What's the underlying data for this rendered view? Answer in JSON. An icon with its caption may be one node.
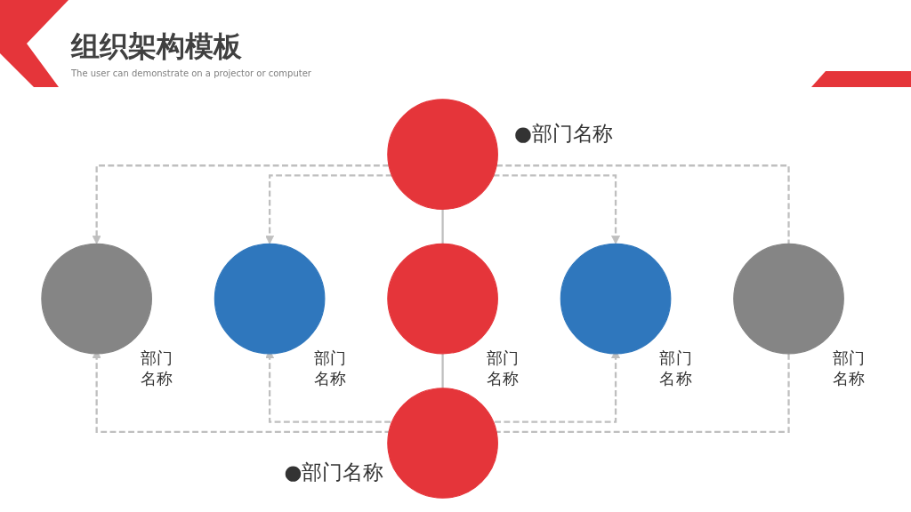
{
  "diagram": {
    "title": "组织架构模板",
    "nodes": [
      {
        "text": [],
        "shape": "circle",
        "beside": [
          "●部门名称"
        ]
      },
      {
        "text": [],
        "shape": "circle",
        "beside": [
          "部门名称"
        ]
      },
      {
        "text": [],
        "shape": "circle",
        "beside": [
          "部门名称"
        ]
      },
      {
        "text": [],
        "shape": "circle",
        "beside": [
          "部门名称"
        ]
      },
      {
        "text": [],
        "shape": "circle",
        "beside": [
          "部门名称"
        ]
      },
      {
        "text": [],
        "shape": "circle",
        "beside": [
          "部门名称"
        ]
      },
      {
        "text": [],
        "shape": "circle",
        "beside": [
          "●部门名称"
        ]
      }
    ],
    "edges": [
      {
        "from": 0,
        "to": 1,
        "arrow": "to",
        "style": "dashed"
      },
      {
        "from": 0,
        "to": 2,
        "arrow": "to",
        "style": "dashed"
      },
      {
        "from": 0,
        "to": 3,
        "arrow": "none"
      },
      {
        "from": 0,
        "to": 4,
        "arrow": "to",
        "style": "dashed"
      },
      {
        "from": 0,
        "to": 5,
        "arrow": "none",
        "style": "dashed"
      },
      {
        "from": 6,
        "to": 1,
        "arrow": "to",
        "style": "dashed"
      },
      {
        "from": 6,
        "to": 2,
        "arrow": "to",
        "style": "dashed"
      },
      {
        "from": 3,
        "to": 6,
        "arrow": "none"
      },
      {
        "from": 6,
        "to": 4,
        "arrow": "to",
        "style": "dashed"
      },
      {
        "from": 6,
        "to": 5,
        "arrow": "none",
        "style": "dashed"
      }
    ],
    "labels": [
      "The user can demonstrate on a projector or computer"
    ]
  }
}
